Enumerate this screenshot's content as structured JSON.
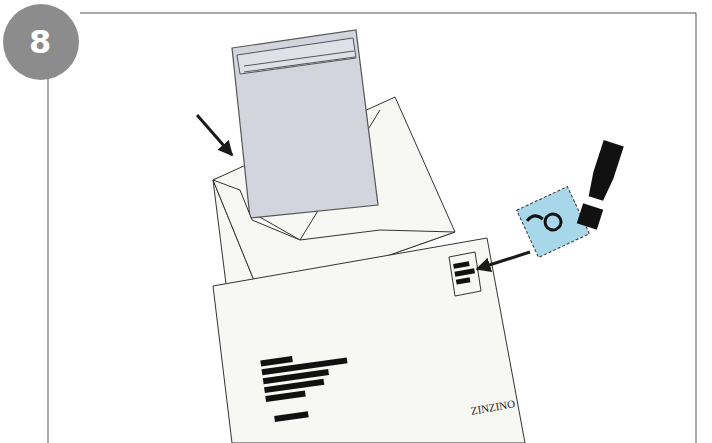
{
  "diagram": {
    "labels": [
      "8",
      "ZINZINO",
      "!"
    ]
  }
}
